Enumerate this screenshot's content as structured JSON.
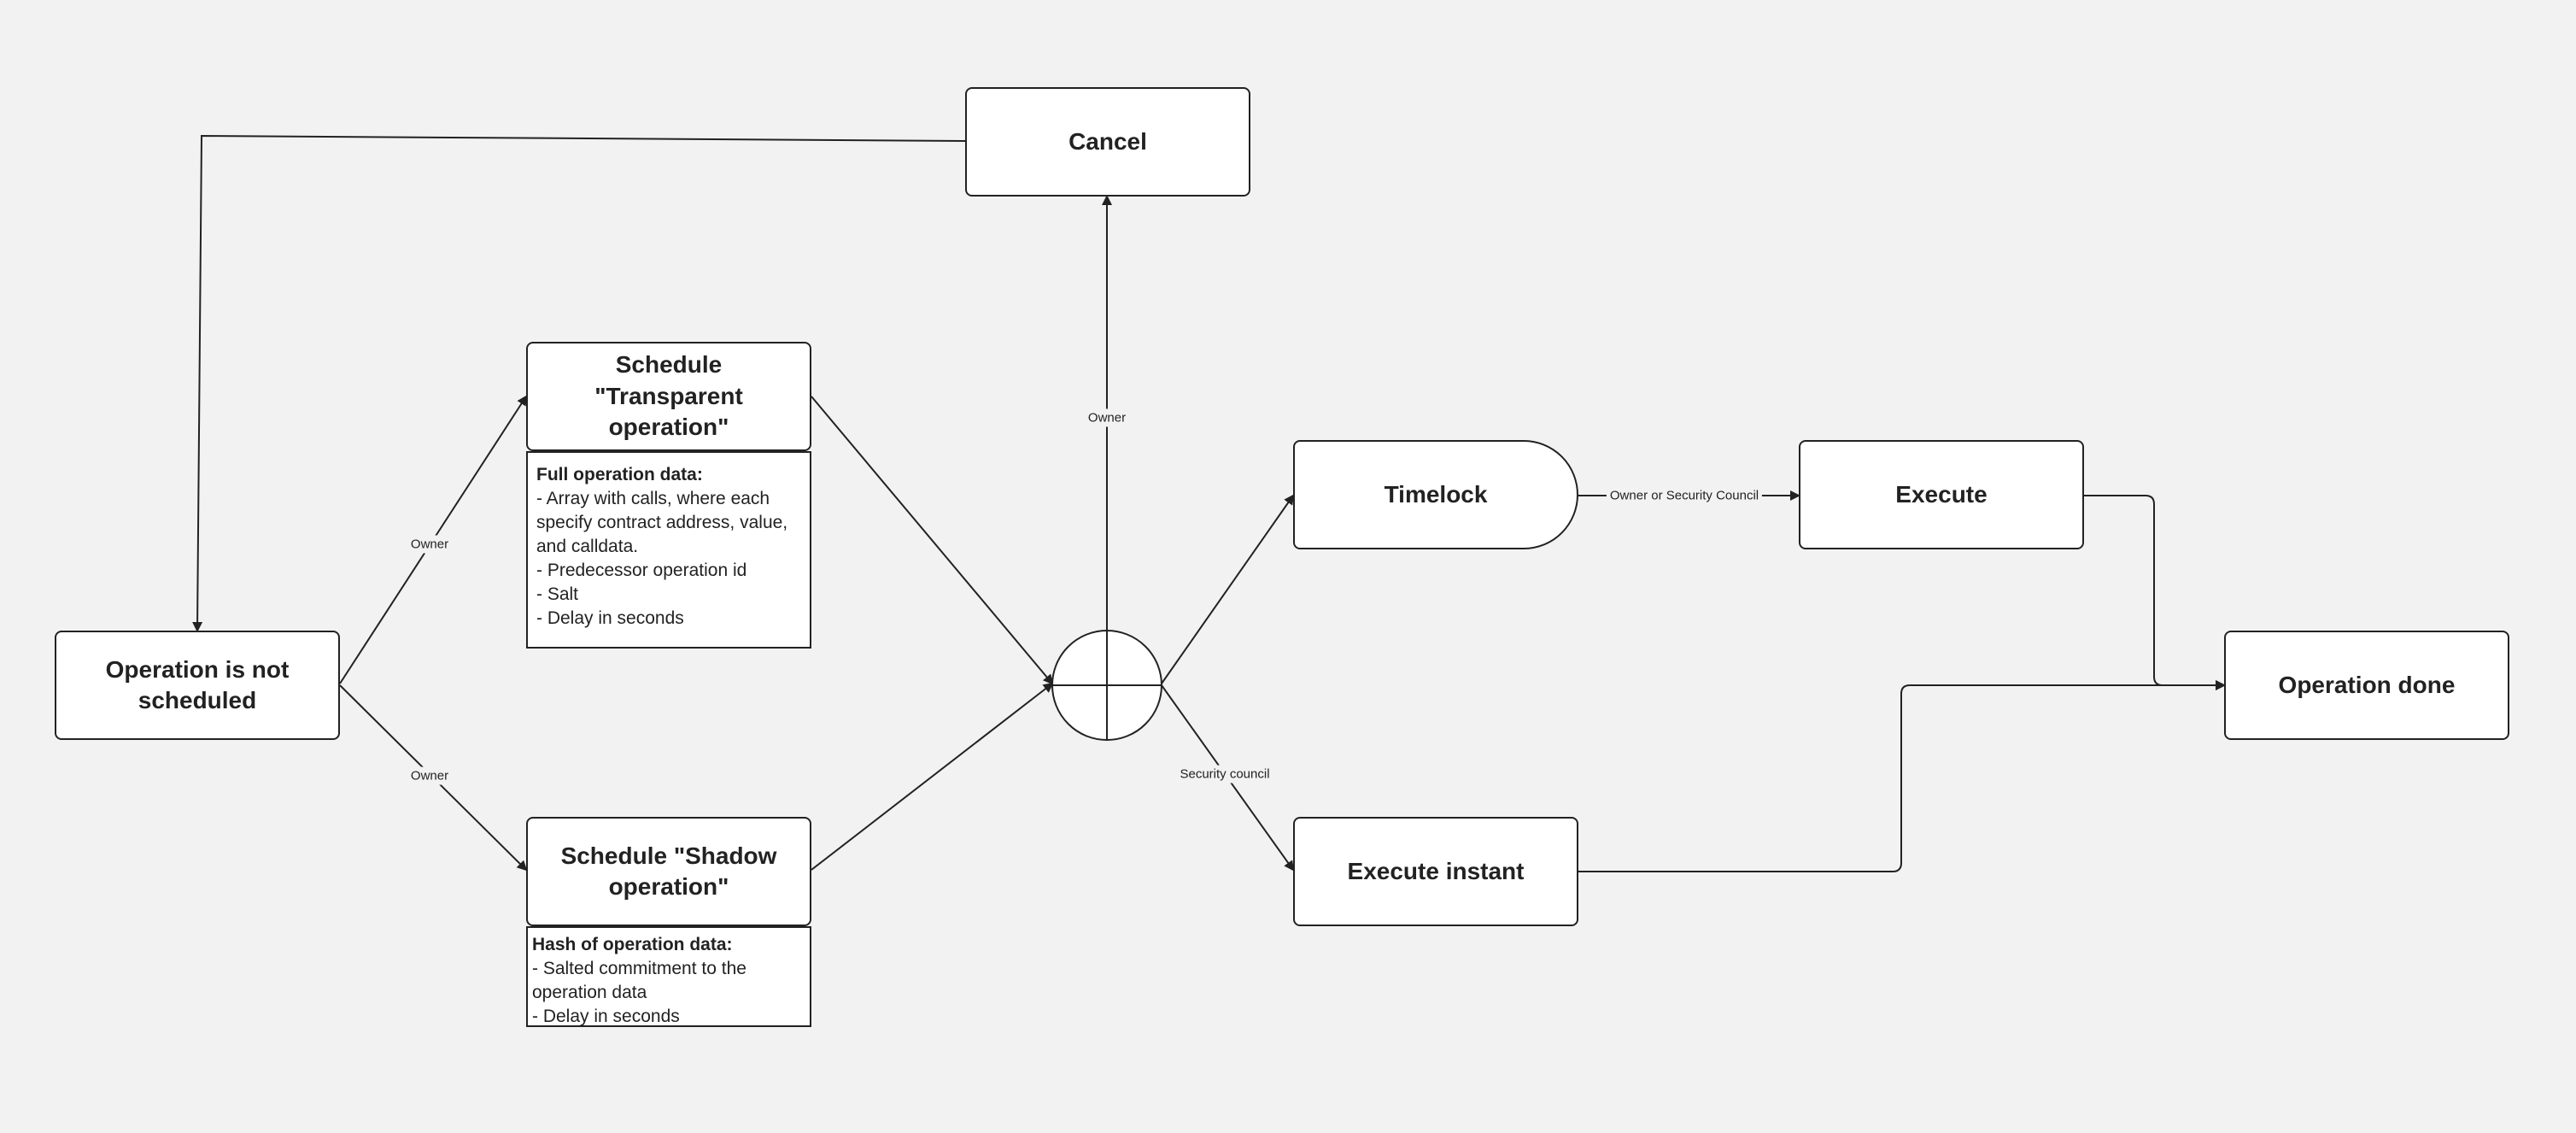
{
  "nodes": {
    "not_scheduled": "Operation is not scheduled",
    "schedule_transparent": "Schedule \"Transparent operation\"",
    "schedule_shadow": "Schedule \"Shadow operation\"",
    "cancel": "Cancel",
    "timelock": "Timelock",
    "execute": "Execute",
    "execute_instant": "Execute instant",
    "operation_done": "Operation done"
  },
  "notes": {
    "transparent": {
      "title": "Full operation data:",
      "lines": [
        "- Array with calls, where each specify contract address, value, and calldata.",
        "- Predecessor operation id",
        "- Salt",
        "- Delay in seconds"
      ]
    },
    "shadow": {
      "title": "Hash of operation data:",
      "lines": [
        "- Salted commitment to the operation data",
        "- Delay in seconds"
      ]
    }
  },
  "edge_labels": {
    "owner_transparent": "Owner",
    "owner_shadow": "Owner",
    "owner_cancel": "Owner",
    "owner_or_council": "Owner or Security Council",
    "security_council": "Security council"
  }
}
